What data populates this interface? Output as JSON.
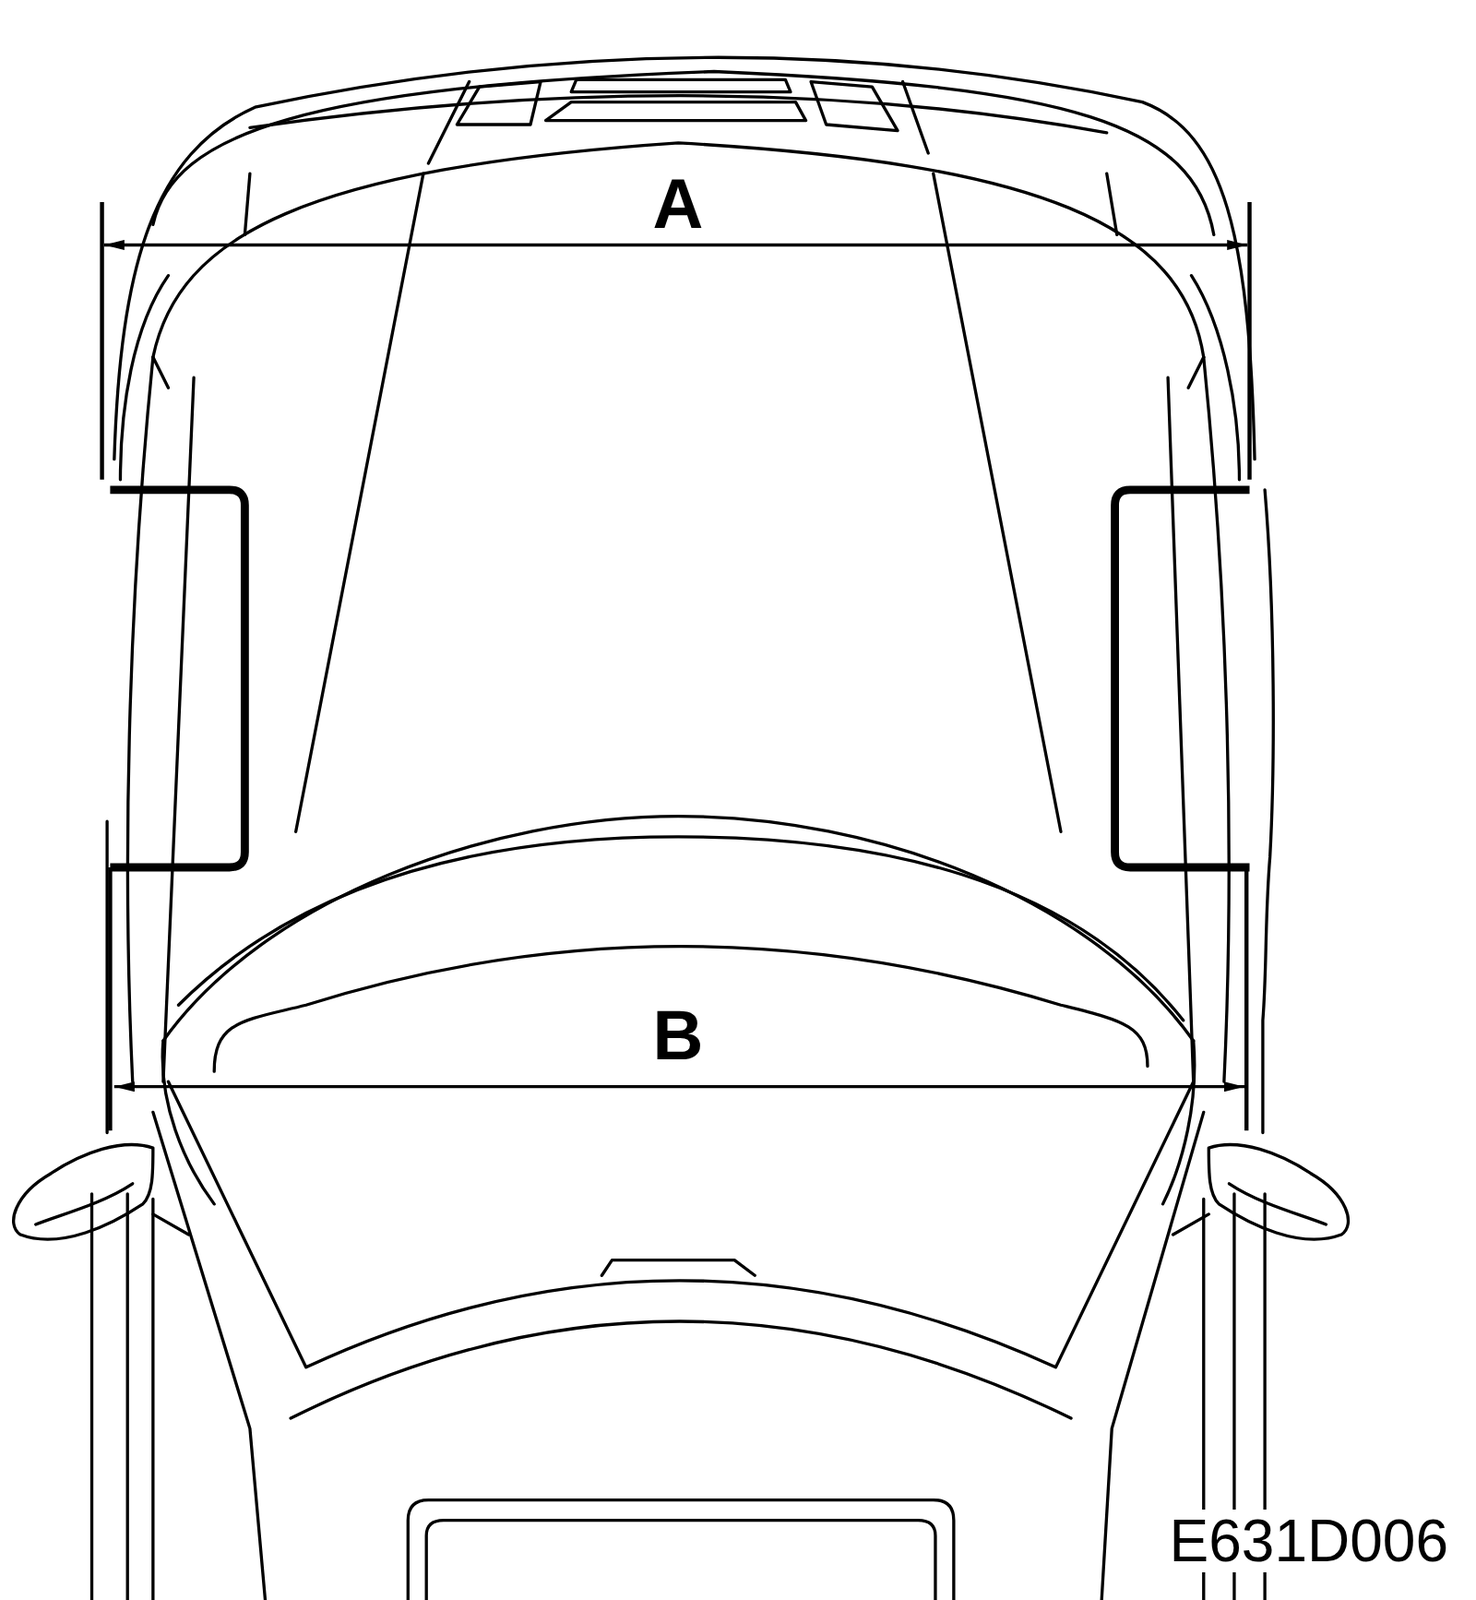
{
  "diagram": {
    "labels": [
      "A",
      "B",
      "E631D006"
    ]
  }
}
